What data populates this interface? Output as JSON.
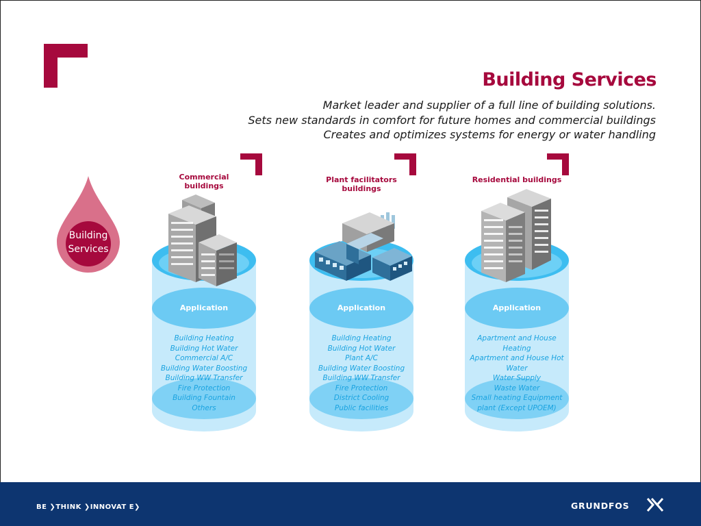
{
  "header": {
    "title": "Building Services",
    "subtitle_lines": [
      "Market leader and supplier of a full line of building solutions.",
      "Sets new standards in comfort for future homes and commercial buildings",
      "Creates and optimizes systems for energy or water handling"
    ]
  },
  "drop": {
    "label_line1": "Building",
    "label_line2": "Services"
  },
  "columns": [
    {
      "title_line1": "Commercial",
      "title_line2": "buildings",
      "application": "Application",
      "items": [
        "Building Heating",
        "Building Hot Water",
        "Commercial A/C",
        "Building Water Boosting",
        "Building WW Transfer",
        "Fire Protection",
        "Building Fountain",
        "Others"
      ]
    },
    {
      "title_line1": "Plant facilitators",
      "title_line2": "buildings",
      "application": "Application",
      "items": [
        "Building Heating",
        "Building Hot Water",
        "Plant A/C",
        "Building Water Boosting",
        "Building WW Transfer",
        "Fire Protection",
        "District Cooling",
        "Public facilities"
      ]
    },
    {
      "title_line1": "Residential buildings",
      "title_line2": "",
      "application": "Application",
      "items": [
        "Apartment and House",
        "Heating",
        "Apartment and House Hot",
        "Water",
        "Water Supply",
        "Waste Water",
        "Small heating Equipment",
        "plant (Except UPOEM)"
      ]
    }
  ],
  "footer": {
    "tagline": "BE ❯THINK ❯INNOVAT E❯",
    "logo_text": "GRUNDFOS"
  },
  "colors": {
    "brand_red": "#a6093d",
    "water_blue": "#3dbdf0",
    "footer_navy": "#0d3570",
    "item_text": "#1aa3e0"
  }
}
